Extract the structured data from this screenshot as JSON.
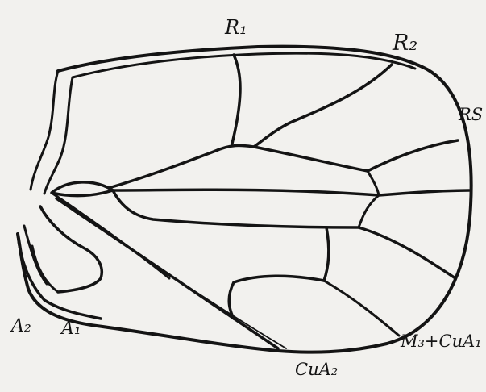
{
  "figure": {
    "labels": {
      "r1": "R₁",
      "r2": "R₂",
      "rs": "RS",
      "a2": "A₂",
      "a1": "A₁",
      "cua2": "CuA₂",
      "m3_cua1": "M₃+CuA₁"
    },
    "colors": {
      "paper": "#f2f1ee",
      "ink": "#141414"
    }
  }
}
